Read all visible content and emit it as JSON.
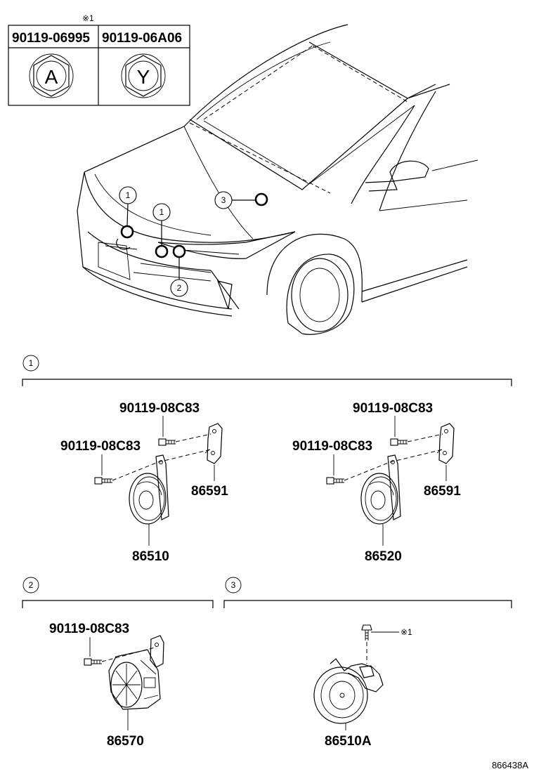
{
  "legend_table": {
    "note_mark": "※1",
    "col1_part": "90119-06995",
    "col1_mark": "A",
    "col2_part": "90119-06A06",
    "col2_mark": "Y"
  },
  "location_callouts": [
    "1",
    "1",
    "3",
    "2"
  ],
  "section1": {
    "callout": "1",
    "left": {
      "bolt_upper": "90119-08C83",
      "bolt_lower": "90119-08C83",
      "bracket": "86591",
      "horn": "86510"
    },
    "right": {
      "bolt_upper": "90119-08C83",
      "bolt_lower": "90119-08C83",
      "bracket": "86591",
      "horn": "86520"
    }
  },
  "section2": {
    "callout": "2",
    "bolt": "90119-08C83",
    "horn": "86570"
  },
  "section3": {
    "callout": "3",
    "bolt_note": "※1",
    "horn": "86510A"
  },
  "figure_id": "866438A"
}
